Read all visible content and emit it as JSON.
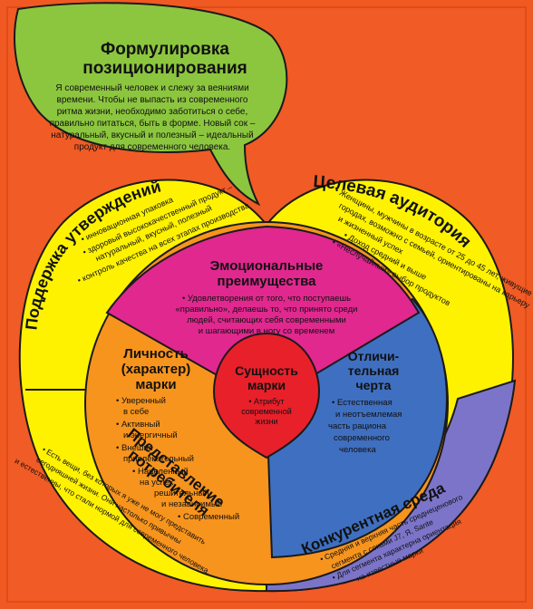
{
  "positioning": {
    "title_line1": "Формулировка",
    "title_line2": "позиционирования",
    "lines": [
      "Я современный человек и слежу за веяниями",
      "времени. Чтобы не выпасть из современного",
      "ритма жизни, необходимо заботиться о себе,",
      "правильно питаться, быть в форме. Новый сок –",
      "натуральный, вкусный и полезный – идеальный",
      "продукт для современного человека."
    ]
  },
  "support": {
    "title": "Поддержка утверждений",
    "lines": [
      "• инновационная упаковка",
      "• здоровый высококачественный продукт –",
      "натуральный, вкусный, полезный",
      "• контроль качества на всех этапах производства"
    ]
  },
  "audience": {
    "title": "Целевая аудитория",
    "lines": [
      "• Женщины, мужчины в возрасте от 25 до 45 лет, живущие в крупных",
      "городах, возможно с семьей, ориентированы на карьеру",
      "и жизненный успех",
      "• Доход средний и выше",
      "• «Неслучайный» выбор продуктов"
    ]
  },
  "emotional": {
    "title_line1": "Эмоциональные",
    "title_line2": "преимущества",
    "lines": [
      "• Удовлетворения от того, что поступаешь",
      "«правильно», делаешь то, что принято среди",
      "людей, считающих себя современными",
      "и шагающими в ногу со временем"
    ]
  },
  "personality": {
    "title_lines": [
      "Личность",
      "(характер)",
      "марки"
    ],
    "items": [
      "• Уверенный",
      "в себе",
      "• Активный",
      "и энергичный",
      "• Внешне",
      "привлекательный",
      "• Нацеленный",
      "на успех,",
      "решительный",
      "и независимый",
      "• Современный"
    ]
  },
  "essence": {
    "title_line1": "Сущность",
    "title_line2": "марки",
    "lines": [
      "• Атрибут",
      "современной",
      "жизни"
    ]
  },
  "distinctive": {
    "title_lines": [
      "Отличи-",
      "тельная",
      "черта"
    ],
    "lines": [
      "• Естественная",
      "и неотъемлемая",
      "часть рациона",
      "современного",
      "человека"
    ]
  },
  "consumer": {
    "title_line1": "Представление",
    "title_line2": "потребителя",
    "lines": [
      "• Есть вещи, без которых я уже не могу представить",
      "сегодняшней жизни. Они настолько привычны",
      "и естественны, что стали нормой для современного человека."
    ]
  },
  "competitive": {
    "title": "Конкурентная среда",
    "lines": [
      "• Средняя и верхняя часть среднеценового",
      "сегмента с соками J7, Я, Sante",
      "• Для сегмента характерна ориентация",
      "на известные марки"
    ]
  },
  "colors": {
    "background": "#f05a22",
    "leaf": "#8cc63f",
    "support": "#fff200",
    "audience": "#fff200",
    "emotional": "#e0288f",
    "personality": "#f7941d",
    "distinctive": "#3f6fc0",
    "essence": "#e8202a",
    "consumer": "#fff200",
    "competitive": "#7b74c9"
  }
}
